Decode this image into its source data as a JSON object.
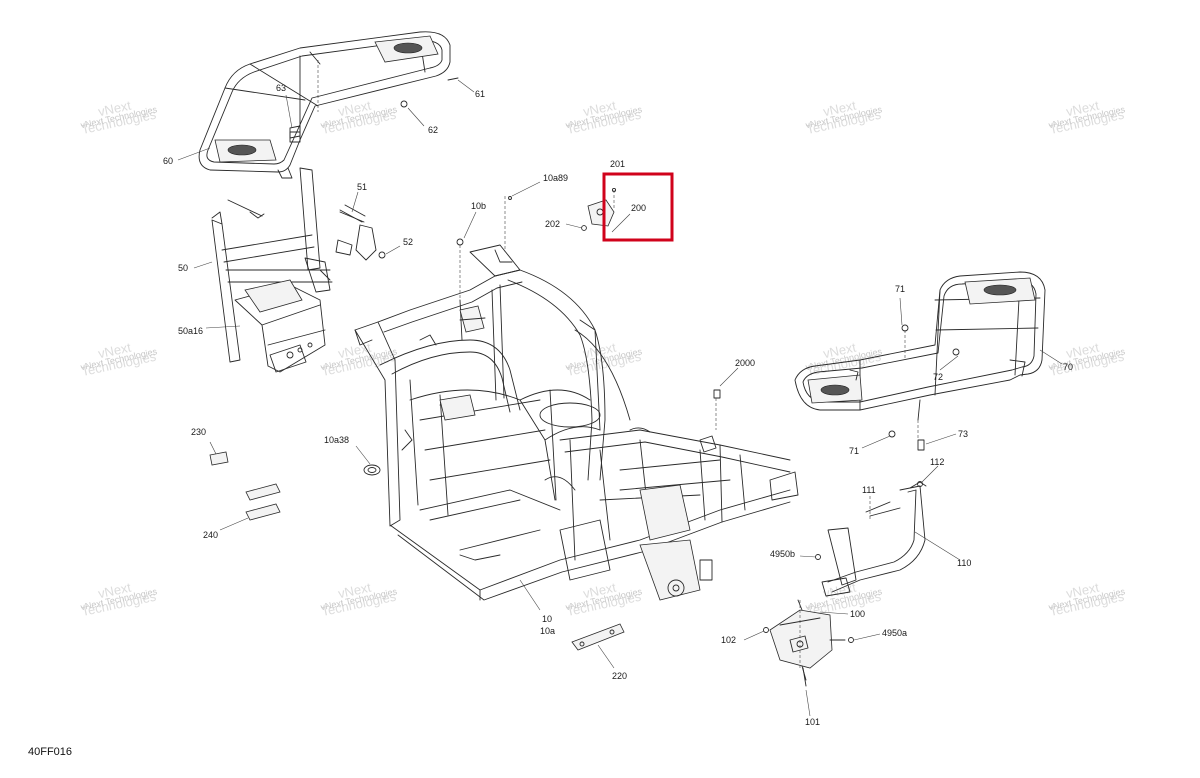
{
  "figure_id": "40FF016",
  "watermark": {
    "line1": "vNext",
    "line2": "Technologies",
    "small": "vNext Technologies"
  },
  "highlight_color": "#d0021b",
  "callouts": {
    "c61": "61",
    "c63": "63",
    "c62": "62",
    "c60": "60",
    "c51": "51",
    "c52": "52",
    "c50": "50",
    "c50a16": "50a16",
    "c10a89": "10a89",
    "c10b": "10b",
    "c201": "201",
    "c200": "200",
    "c202": "202",
    "c71a": "71",
    "c72": "72",
    "c70": "70",
    "c71b": "71",
    "c73": "73",
    "c2000": "2000",
    "c230": "230",
    "c240": "240",
    "c10a38": "10a38",
    "c112": "112",
    "c111": "111",
    "c110": "110",
    "c4950b": "4950b",
    "c100": "100",
    "c4950a": "4950a",
    "c102": "102",
    "c101": "101",
    "c10": "10",
    "c10a": "10a",
    "c220": "220"
  }
}
